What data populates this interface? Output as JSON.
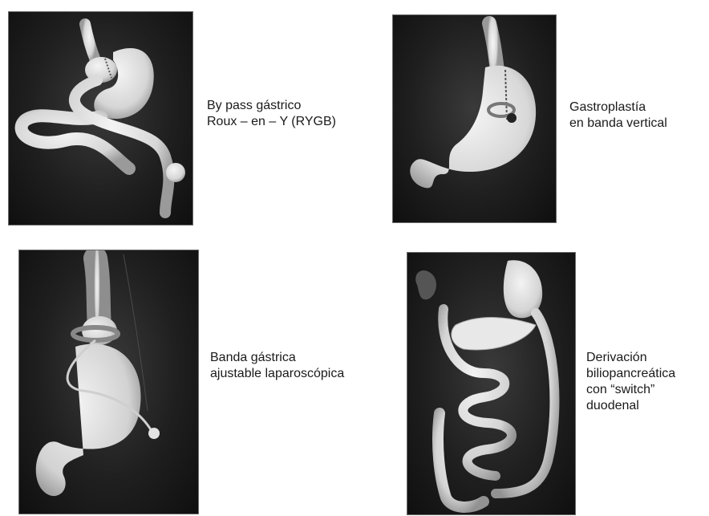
{
  "panels": [
    {
      "id": "rygb",
      "caption_lines": [
        "By pass gástrico",
        "Roux – en – Y (RYGB)"
      ]
    },
    {
      "id": "vbg",
      "caption_lines": [
        "Gastroplastía",
        "en banda vertical"
      ]
    },
    {
      "id": "lagb",
      "caption_lines": [
        "Banda gástrica",
        "ajustable laparoscópica"
      ]
    },
    {
      "id": "bpd",
      "caption_lines": [
        "Derivación",
        "biliopancreática",
        "con “switch”",
        "duodenal"
      ]
    }
  ],
  "colors": {
    "panel_background": "#1f1f1f",
    "organ": "#e6e6e6",
    "organ_shadow": "#9a9a9a",
    "staple": "#555555",
    "caption_text": "#1a1a1a"
  }
}
